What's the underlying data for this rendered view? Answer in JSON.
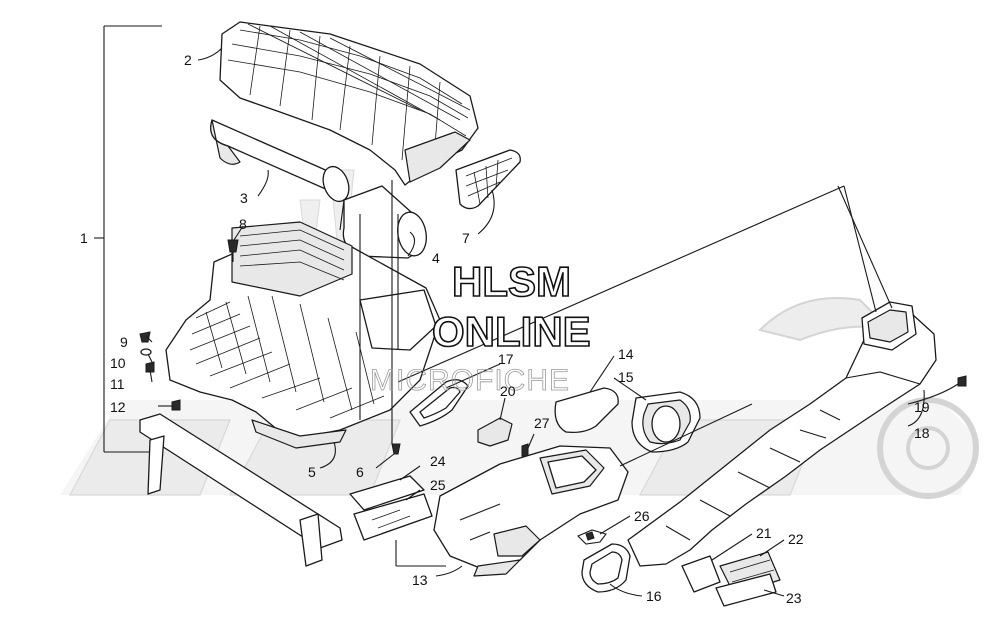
{
  "watermark": {
    "line1": "HLSM",
    "line2": "ONLINE",
    "line3": "MICROFICHE"
  },
  "callouts": [
    {
      "id": "c1",
      "label": "1"
    },
    {
      "id": "c2",
      "label": "2"
    },
    {
      "id": "c3",
      "label": "3"
    },
    {
      "id": "c4",
      "label": "4"
    },
    {
      "id": "c5",
      "label": "5"
    },
    {
      "id": "c6",
      "label": "6"
    },
    {
      "id": "c7",
      "label": "7"
    },
    {
      "id": "c8",
      "label": "8"
    },
    {
      "id": "c9",
      "label": "9"
    },
    {
      "id": "c10",
      "label": "10"
    },
    {
      "id": "c11",
      "label": "11"
    },
    {
      "id": "c12",
      "label": "12"
    },
    {
      "id": "c13",
      "label": "13"
    },
    {
      "id": "c14",
      "label": "14"
    },
    {
      "id": "c15",
      "label": "15"
    },
    {
      "id": "c16",
      "label": "16"
    },
    {
      "id": "c17",
      "label": "17"
    },
    {
      "id": "c18",
      "label": "18"
    },
    {
      "id": "c19",
      "label": "19"
    },
    {
      "id": "c20",
      "label": "20"
    },
    {
      "id": "c21",
      "label": "21"
    },
    {
      "id": "c22",
      "label": "22"
    },
    {
      "id": "c23",
      "label": "23"
    },
    {
      "id": "c24",
      "label": "24"
    },
    {
      "id": "c25",
      "label": "25"
    },
    {
      "id": "c26",
      "label": "26"
    },
    {
      "id": "c27",
      "label": "27"
    }
  ]
}
